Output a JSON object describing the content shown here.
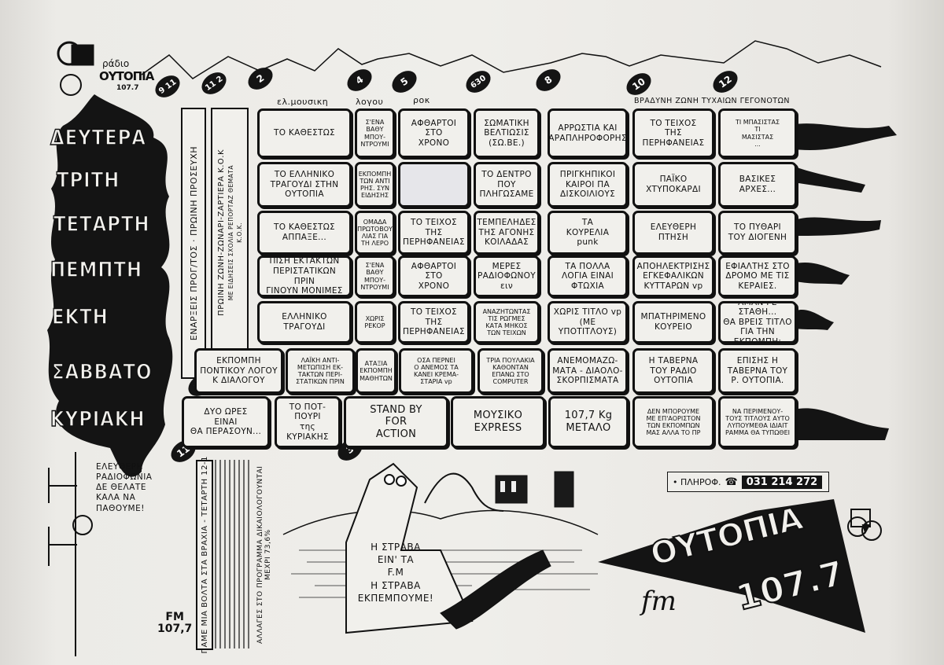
{
  "logo": {
    "radio": "ράδιο",
    "name": "ΟΥΤΟΠΙΑ",
    "freq": "107.7"
  },
  "times": {
    "top": [
      "9 11",
      "11 2",
      "2",
      "4",
      "5",
      "630",
      "8",
      "10",
      "12"
    ],
    "saturday_start": "12",
    "sunday_start": "11",
    "sunday_mid": "3"
  },
  "genres": {
    "col2": "ελ.μουσικη",
    "col4": "λογου",
    "col5": "ροκ",
    "evening": "ΒΡΑΔΥΝΗ ΖΩΝΗ ΤΥΧΑΙΩΝ ΓΕΓΟΝΟΤΩΝ"
  },
  "days": [
    "ΔΕΥΤΕΡΑ",
    "ΤΡΙΤΗ",
    "ΤΕΤΑΡΤΗ",
    "ΠΕΜΠΤΗ",
    "ΕΚΤΗ",
    "ΣΑΒΒΑΤΟ",
    "ΚΥΡΙΑΚΗ"
  ],
  "morning": {
    "col1": "ΕΝΑΡΞΕΙΣ ΠΡΟΓ/ΤΟΣ · ΠΡΩΙΝΗ ΠΡΟΣΕΥΧΗ",
    "col2_main": "ΠΡΩΙΝΗ ΖΩΝΗ-ΖΩΝΑΡΙ-ΖΑΡΤΙΕΡΑ Κ.Ο.Κ",
    "col2_sub": "ΜΕ ΕΙΔΗΣΕΙΣ ΣΧΟΛΙΑ ΡΕΠΟΡΤΑΖ ΘΕΜΑΤΑ",
    "col2_kok": "Κ.Ο.Κ."
  },
  "schedule": [
    [
      "ΤΟ ΚΑΘΕΣΤΩΣ",
      "Σ'ΕΝΑ\nΒΑΘΥ\nΜΠΟΥ-\nΝΤΡΟΥΜΙ",
      "ΑΦΘΑΡΤΟΙ\nΣΤΟ\nΧΡΟΝΟ",
      "ΣΩΜΑΤΙΚΗ\nΒΕΛΤΙΩΣΙΣ\n(ΣΩ.ΒΕ.)",
      "ΑΡΡΩΣΤΙΑ ΚΑΙ\nΠΑΡΑΠΛΗΡΟΦΟΡΗΣΗ",
      "ΤΟ ΤΕΙΧΟΣ\nΤΗΣ\nΠΕΡΗΦΑΝΕΙΑΣ",
      "ΤΙ ΜΠΑΣΙΣΤΑΣ\nΤΙ\nΜΑΣΙΣΤΑΣ\n..."
    ],
    [
      "ΤΟ ΕΛΛΗΝΙΚΟ\nΤΡΑΓΟΥΔΙ ΣΤΗΝ\nΟΥΤΟΠΙΑ",
      "ΕΚΠΟΜΠΗ\nΤΩΝ ΑΝΤΙ\nΡΗΣ. ΣΥΝ\nΕΙΔΗΣΗΣ",
      "",
      "ΤΟ ΔΕΝΤΡΟ\nΠΟΥ\nΠΛΗΓΩΣΑΜΕ",
      "ΠΡΙΓΚΗΠΙΚΟΙ\nΚΑΙΡΟΙ ΠΑ\nΔΙΣΚΟΙΛΙΟΥΣ",
      "ΠΑΪΚΟ\nΧΤΥΠΟΚΑΡΔΙ",
      "ΒΑΣΙΚΕΣ\nΑΡΧΕΣ..."
    ],
    [
      "ΤΟ ΚΑΘΕΣΤΩΣ\nΑΠΠΑΞΕ...",
      "ΟΜΑΔΑ\nΠΡΩΤΟΒΟΥ\nΛΙΑΣ ΓΙΑ\nΤΗ ΛΕΡΟ",
      "ΤΟ ΤΕΙΧΟΣ\nΤΗΣ\nΠΕΡΗΦΑΝΕΙΑΣ",
      "ΤΕΜΠΕΛΗΔΕΣ\nΤΗΣ ΑΓΟΝΗΣ\nΚΟΙΛΑΔΑΣ",
      "ΤΑ\nΚΟΥΡΕΛΙΑ\npunk",
      "ΕΛΕΥΘΕΡΗ\nΠΤΗΣΗ",
      "ΤΟ ΠΥΘΑΡΙ\nΤΟΥ ΔΙΟΓΕΝΗ"
    ],
    [
      "ΛΑΪΚΗ ΑΝΤΙΜΕΤΩ\nΠΙΣΗ ΕΚΤΑΚΤΩΝ\nΠΕΡΙΣΤΑΤΙΚΩΝ ΠΡΙΝ\nΓΙΝΟΥΝ ΜΟΝΙΜΕΣ ΚΑ",
      "Σ'ΕΝΑ\nΒΑΘΥ\nΜΠΟΥ-\nΝΤΡΟΥΜΙ",
      "ΑΦΘΑΡΤΟΙ ΣΤΟ\nΧΡΟΝΟ",
      "ΜΕΡΕΣ\nΡΑΔΙΟΦΩΝΟΥ\nειν",
      "ΤΑ ΠΟΛΛΑ\nΛΟΓΙΑ ΕΙΝΑΙ\nΦΤΩΧΙΑ",
      "ΑΠΟΗΛΕΚΤΡΙΣΗΣ\nΕΓΚΕΦΑΛΙΚΩΝ\nΚΥΤΤΑΡΩΝ vp",
      "ΕΦΙΑΛΤΗΣ ΣΤΟ\nΔΡΟΜΟ ΜΕ ΤΙΣ\nΚΕΡΑΙΕΣ."
    ],
    [
      "ΕΛΛΗΝΙΚΟ\nΤΡΑΓΟΥΔΙ",
      "ΧΩΡΙΣ\nΡΕΚΟΡ",
      "ΤΟ ΤΕΙΧΟΣ\nΤΗΣ\nΠΕΡΗΦΑΝΕΙΑΣ",
      "ΑΝΑΖΗΤΩΝΤΑΣ\nΤΙΣ ΡΩΓΜΕΣ\nΚΑΤΑ ΜΗΚΟΣ\nΤΩΝ ΤΕΙΧΩΝ",
      "ΧΩΡΙΣ ΤΙΤΛΟ vp\n(ΜΕ ΥΠΟΤΙΤΛΟΥΣ)",
      "ΜΠΑΤΗΡΙΜΕΝΟ\nΚΟΥΡΕΙΟ",
      "ΑΜΑΝ ΡΕ ΣΤΑΘΗ...\nΘΑ ΒΡΕΙΣ ΤΙΤΛΟ\nΓΙΑ ΤΗΝ ΕΚΠΟΜΠΗ;"
    ],
    [
      "ΕΚΠΟΜΠΗ\nΠΟΝΤΙΚΟΥ ΛΟΓΟΥ\nΚ ΔΙΑΛΟΓΟΥ",
      "ΛΑΪΚΗ ΑΝΤΙ-\nΜΕΤΩΠΙΣΗ ΕΚ-\nΤΑΚΤΩΝ ΠΕΡΙ-\nΣΤΑΤΙΚΩΝ ΠΡΙΝ",
      "ΑΤΑΞΙΑ\nΕΚΠΟΜΠΗ\nΜΑΘΗΤΩΝ",
      "ΟΣΑ ΠΕΡΝΕΙ\nΟ ΑΝΕΜΟΣ ΤΑ\nΚΑΝΕΙ ΚΡΕΜΑ-\nΣΤΑΡΙΑ vp",
      "ΤΡΙΑ ΠΟΥΛΑΚΙΑ\nΚΑΘΟΝΤΑΝ\nΕΠΑΝΩ ΣΤΟ\nCOMPUTER",
      "ΑΝΕΜΟΜΑΖΩ-\nΜΑΤΑ - ΔΙΑΟΛΟ-\nΣΚΟΡΠΙΣΜΑΤΑ",
      "Η ΤΑΒΕΡΝΑ\nΤΟΥ ΡΑΔΙΟ\nΟΥΤΟΠΙΑ",
      "ΕΠΙΣΗΣ Η\nΤΑΒΕΡΝΑ ΤΟΥ\nΡ. ΟΥΤΟΠΙΑ."
    ],
    [
      "ΔΥΟ ΩΡΕΣ\nΕΙΝΑΙ\nΘΑ ΠΕΡΑΣΟΥΝ...",
      "ΤΟ ΠΟΤ-\nΠΟΥΡΙ\nτης ΚΥΡΙΑΚΗΣ",
      "STAND BY\nFOR\nACTION",
      "ΜΟΥΣΙΚΟ\nEXPRESS",
      "107,7 Kg\nΜΕΤΑΛΟ",
      "ΔΕΝ ΜΠΟΡΟΥΜΕ\nΜΕ ΕΠ'ΑΟΡΙΣΤΟΝ\nΤΩΝ ΕΚΠΟΜΠΩΝ\nΜΑΣ ΑΛΛΑ ΤΟ ΠΡ",
      "ΝΑ ΠΕΡΙΜΕΝΟΥ-\nΤΟΥΣ ΤΙΤΛΟΥΣ ΑΥΤΟ\nΛΥΠΟΥΜΕΘΑ ΙΔΙΑΙΤ\nΡΑΜΜΑ ΘΑ ΤΥΠΩΘΕΙ"
    ]
  ],
  "slogan": "ΕΛΕΥΘΕΡΗ\nΡΑΔΙΟΦΩΝΙΑ\nΔΕ ΘΕΛΑΤΕ\nΚΑΛΑ ΝΑ\nΠΑΘΟΥΜΕ!",
  "walk_strip": "ΠΑΜΕ ΜΙΑ ΒΟΛΤΑ ΣΤΑ ΒΡΑΧΙΑ - ΤΕΤΑΡΤΗ 12-1",
  "changes_note": [
    "ΑΛΛΑΓΕΣ ΣΤΟ ΠΡΟΓΡΑΜΜΑ ΔΙΚΑΙΟΛΟΓΟΥΝΤΑΙ",
    "ΜΕΧΡΙ 73,6%"
  ],
  "fm_label": "FM\n107,7",
  "cartoon_sign": "Η ΣΤΡΑΒΑ\nΕΙΝ' ΤΑ\nF.M\nΗ ΣΤΡΑΒΑ\nΕΚΠΕΜΠΟΥΜΕ!",
  "info": {
    "label": "• ΠΛΗΡΟΦ.",
    "phone": "031 214 272"
  },
  "big_logo": {
    "name": "ΟΥΤΟΠΙΑ",
    "freq": "107.7",
    "fm": "fm"
  },
  "colors": {
    "ink": "#111111",
    "paper": "#ecebe7",
    "cell": "#f1f0ec"
  }
}
